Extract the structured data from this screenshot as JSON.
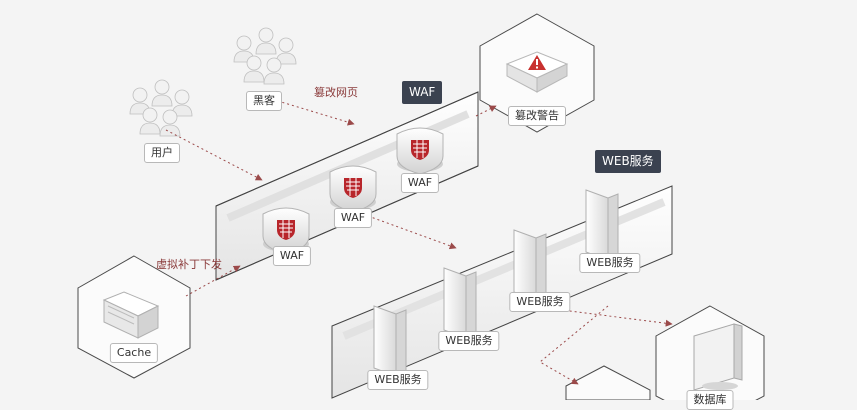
{
  "colors": {
    "background": "#f4f4f4",
    "arrow": "#9b4a4a",
    "tag_bg": "#3b4250",
    "alert": "#c8312f"
  },
  "nodes": {
    "hacker": "黑客",
    "user": "用户",
    "tamper_alert": "篡改警告",
    "cache": "Cache",
    "database": "数据库"
  },
  "annotations": {
    "tamper_page": "篡改网页",
    "virtual_patch": "虚拟补丁下发"
  },
  "groups": {
    "waf_title": "WAF",
    "waf_items": [
      "WAF",
      "WAF",
      "WAF"
    ],
    "web_title": "WEB服务",
    "web_items": [
      "WEB服务",
      "WEB服务",
      "WEB服务",
      "WEB服务"
    ]
  },
  "icons": [
    "person-group-icon",
    "shield-icon",
    "server-icon",
    "alert-icon",
    "monitor-icon",
    "storage-box-icon"
  ]
}
